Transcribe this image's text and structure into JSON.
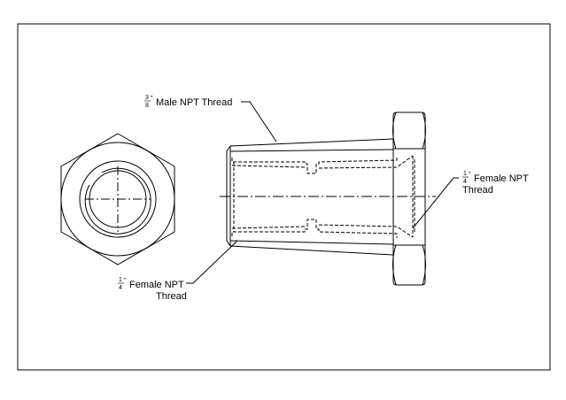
{
  "labels": {
    "male_npt": {
      "fraction_num": "3",
      "fraction_den": "8",
      "inch_mark": "\"",
      "text": "Male NPT Thread"
    },
    "female_right": {
      "fraction_num": "1",
      "fraction_den": "4",
      "inch_mark": "\"",
      "line1": "Female NPT",
      "line2": "Thread"
    },
    "female_left": {
      "fraction_num": "1",
      "fraction_den": "4",
      "inch_mark": "\"",
      "line1": "Female NPT",
      "line2": "Thread"
    }
  },
  "colors": {
    "line": "#000000",
    "background": "#ffffff"
  }
}
